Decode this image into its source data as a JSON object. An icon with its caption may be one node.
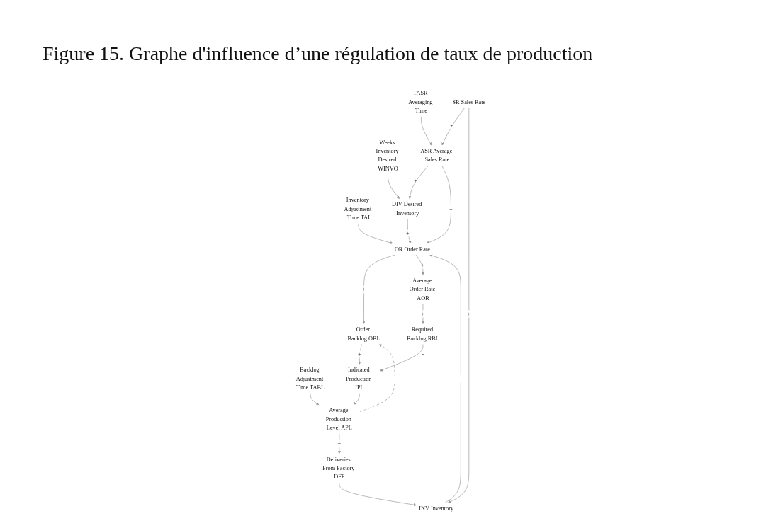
{
  "diagram": {
    "title": "Figure 15. Graphe d'influence d’une régulation de taux de production",
    "nodes": [
      {
        "text": [
          "TASR Averaging Time"
        ]
      },
      {
        "text": [
          "Weeks Inventory Desired WINVO"
        ]
      },
      {
        "text": [
          "Inventory Adjustment Time TAI"
        ]
      },
      {
        "text": [
          "Order Backlog OBL"
        ]
      },
      {
        "text": [
          "ASR Average Sales Rate"
        ]
      },
      {
        "text": [
          "DIV Desired Inventory"
        ]
      },
      {
        "text": [
          "OR Order Rate"
        ]
      },
      {
        "text": [
          "SR Sales Rate"
        ]
      },
      {
        "text": [
          "Backlog Adjustment Time TABL"
        ]
      },
      {
        "text": [
          "Average Order Rate AOR"
        ]
      },
      {
        "text": [
          "Indicated Production IPL"
        ]
      },
      {
        "text": [
          "INV Inventory"
        ]
      },
      {
        "text": [
          "Required Backlog RBL"
        ]
      },
      {
        "text": [
          "Deliveries From Factory DFF"
        ]
      },
      {
        "text": [
          "Average Production Level APL"
        ]
      }
    ],
    "edges": [
      {
        "from": 0,
        "to": 4,
        "arrow": "to"
      },
      {
        "from": 7,
        "to": 4,
        "arrow": "to",
        "label": "+"
      },
      {
        "from": 4,
        "to": 5,
        "arrow": "to",
        "label": "+"
      },
      {
        "from": 1,
        "to": 5,
        "arrow": "to"
      },
      {
        "from": 5,
        "to": 6,
        "arrow": "to",
        "label": "+"
      },
      {
        "from": 2,
        "to": 6,
        "arrow": "to"
      },
      {
        "from": 4,
        "to": 6,
        "arrow": "to",
        "label": "+"
      },
      {
        "from": 11,
        "to": 6,
        "arrow": "to",
        "label": "-"
      },
      {
        "from": 6,
        "to": 3,
        "arrow": "to",
        "label": "+"
      },
      {
        "from": 6,
        "to": 9,
        "arrow": "to",
        "label": "+"
      },
      {
        "from": 3,
        "to": 10,
        "arrow": "to",
        "label": "+"
      },
      {
        "from": 9,
        "to": 12,
        "arrow": "to",
        "label": "+"
      },
      {
        "from": 12,
        "to": 10,
        "arrow": "to",
        "label": "-"
      },
      {
        "from": 10,
        "to": 14,
        "arrow": "to"
      },
      {
        "from": 8,
        "to": 14,
        "arrow": "to"
      },
      {
        "from": 14,
        "to": 3,
        "arrow": "to",
        "label": "-",
        "style": "dashed"
      },
      {
        "from": 14,
        "to": 13,
        "arrow": "to",
        "label": "+"
      },
      {
        "from": 13,
        "to": 11,
        "arrow": "to",
        "label": "+"
      },
      {
        "from": 7,
        "to": 11,
        "arrow": "to",
        "label": "+"
      }
    ]
  }
}
